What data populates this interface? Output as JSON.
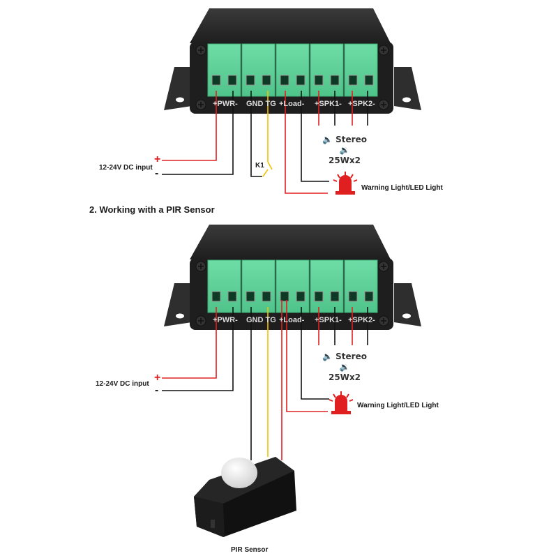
{
  "diagram": {
    "section2_title": "2. Working with a PIR Sensor",
    "terminal_labels": [
      "+PWR-",
      "GND TG",
      "+Load-",
      "+SPK1-",
      "+SPK2-"
    ],
    "power_label": "12-24V DC input",
    "plus_symbol": "+",
    "minus_symbol": "-",
    "switch_label": "K1",
    "speaker_line1": "Stereo",
    "speaker_line2": "25Wx2",
    "warning_label": "Warning Light/LED Light",
    "pir_label": "PIR Sensor",
    "colors": {
      "terminal_green": "#5fd39a",
      "housing": "#2b2b2b",
      "wire_red": "#e02020",
      "wire_black": "#111111",
      "wire_yellow": "#f2c200",
      "warning_red": "#e02020"
    }
  }
}
